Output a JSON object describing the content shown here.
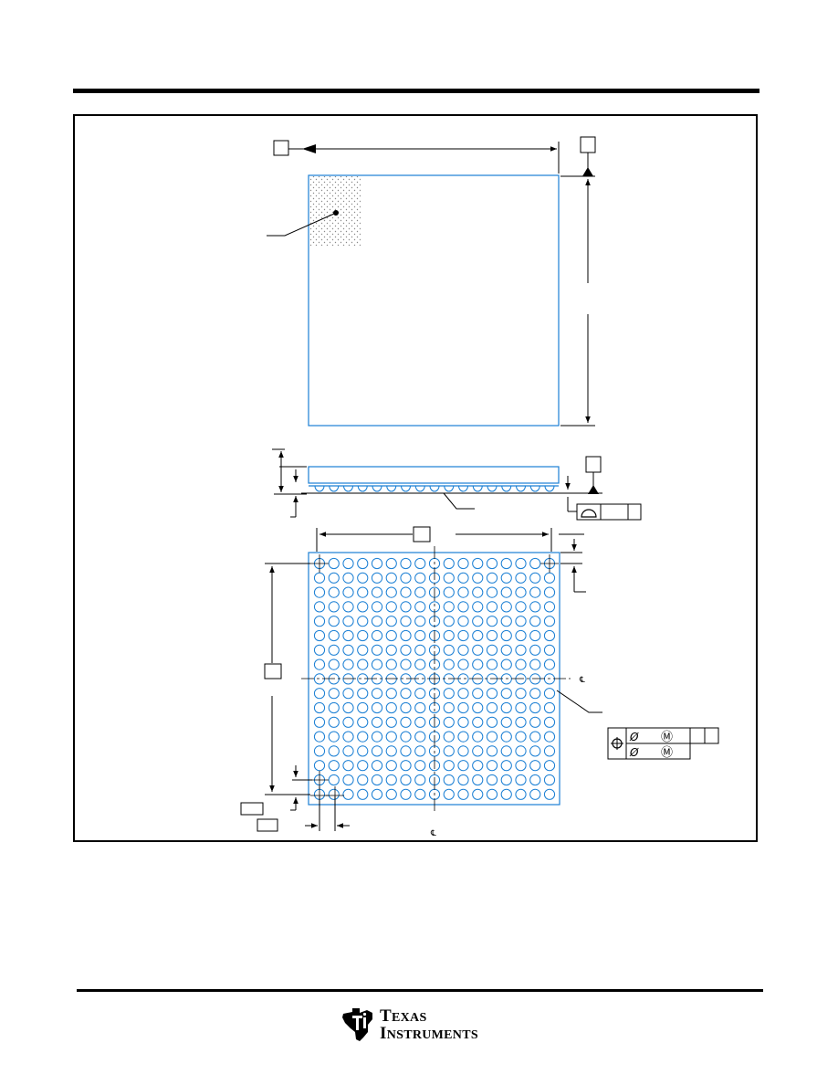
{
  "page": {
    "background": "#ffffff",
    "line_color": "#000000",
    "outline_color": "#1a7fd4"
  },
  "drawing": {
    "ball_grid": {
      "rows": 17,
      "cols": 17
    },
    "centerline_symbol": "℄",
    "tolerance_symbols": [
      "⌓",
      "⌖",
      "Ø",
      "Ø",
      "Ⓜ",
      "Ⓜ"
    ]
  },
  "logo": {
    "brand": "Texas Instruments",
    "line1_first": "T",
    "line1_rest": "EXAS",
    "line2_first": "I",
    "line2_rest": "NSTRUMENTS"
  }
}
